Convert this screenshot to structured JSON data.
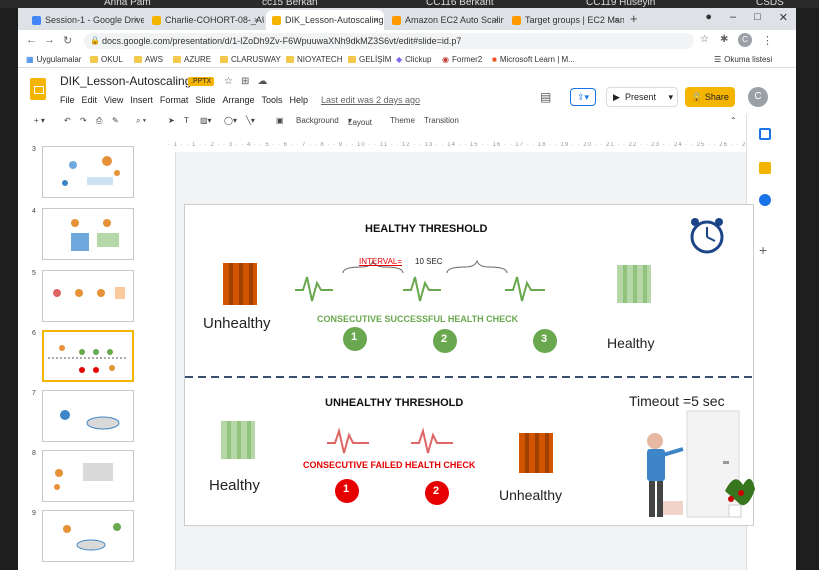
{
  "meet": {
    "left_label": "Anna Pam",
    "names": [
      "cc15 Berkan",
      "CC116 Berkant",
      "CC119 Hüseyin",
      "CSDS"
    ]
  },
  "tabs": [
    {
      "label": "Session-1 - Google Drive",
      "color": "#4285f4"
    },
    {
      "label": "Charlie-COHORT-08-_AUT",
      "color": "#f4b400"
    },
    {
      "label": "DIK_Lesson-Autoscaling.p",
      "color": "#f4b400"
    },
    {
      "label": "Amazon EC2 Auto Scaling",
      "color": "#ff9900"
    },
    {
      "label": "Target groups | EC2 Manz",
      "color": "#ff9900"
    }
  ],
  "address": {
    "url": "docs.google.com/presentation/d/1-IZoDh9Zv-F6WpuuwaXNh9dkMZ3S6vt/edit#slide=id.p7"
  },
  "bookmarks": [
    "Uygulamalar",
    "OKUL",
    "AWS",
    "AZURE",
    "CLARUSWAY",
    "NIOYATECH",
    "GELİŞİM",
    "Clickup",
    "Former2",
    "Microsoft Learn | M...",
    "Okuma listesi"
  ],
  "doc": {
    "title": "DIK_Lesson-Autoscaling",
    "badge": ".PPTX",
    "menus": [
      "File",
      "Edit",
      "View",
      "Insert",
      "Format",
      "Slide",
      "Arrange",
      "Tools",
      "Help"
    ],
    "last_edit": "Last edit was 2 days ago",
    "present": "Present",
    "share": "Share",
    "avatar": "C"
  },
  "toolbar": {
    "background": "Background",
    "layout": "Layout",
    "theme": "Theme",
    "transition": "Transition"
  },
  "thumbs": [
    "3",
    "4",
    "5",
    "6",
    "7",
    "8",
    "9"
  ],
  "slide": {
    "healthy_threshold": "HEALTHY THRESHOLD",
    "interval_label": "INTERVAL=",
    "interval_value": "10 SEC",
    "consecutive_success": "CONSECUTIVE SUCCESSFUL HEALTH CHECK",
    "unhealthy_left": "Unhealthy",
    "healthy_right": "Healthy",
    "success_nums": [
      "1",
      "2",
      "3"
    ],
    "unhealthy_threshold": "UNHEALTHY THRESHOLD",
    "timeout": "Timeout =5 sec",
    "consecutive_failed": "CONSECUTIVE FAILED HEALTH CHECK",
    "healthy_left": "Healthy",
    "unhealthy_right": "Unhealthy",
    "failed_nums": [
      "1",
      "2"
    ]
  },
  "colors": {
    "green": "#6aa84f",
    "red": "#e60000",
    "orange": "#d35400",
    "accent": "#f4b400"
  }
}
